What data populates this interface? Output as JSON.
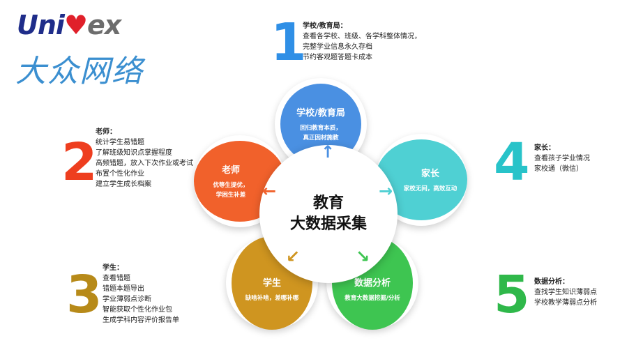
{
  "logo": {
    "part1": "Uni",
    "part2": "♥",
    "part3": "ex",
    "chinese": "大众网络"
  },
  "sections": [
    {
      "number": "1",
      "header": "学校/教育局：",
      "lines": [
        "查看各学校、班级、各学科整体情况，",
        "完整学业信息永久存档",
        "节约客观题答题卡成本"
      ]
    },
    {
      "number": "2",
      "header": "老师：",
      "lines": [
        "统计学生易错题",
        "了解班级知识点掌握程度",
        "高频错题，放入下次作业或考试",
        "布置个性化作业",
        "建立学生成长档案"
      ]
    },
    {
      "number": "3",
      "header": "学生：",
      "lines": [
        "查看错题",
        "错题本题导出",
        "学业薄弱点诊断",
        "智能获取个性化作业包",
        "生成学科内容评价报告单"
      ]
    },
    {
      "number": "4",
      "header": "家长：",
      "lines": [
        "查看孩子学业情况",
        "家校通（微信）"
      ]
    },
    {
      "number": "5",
      "header": "数据分析：",
      "lines": [
        "查找学生知识薄弱点",
        "学校教学薄弱点分析"
      ]
    }
  ],
  "center": {
    "line1": "教育",
    "line2": "大数据采集"
  },
  "petals": {
    "school": {
      "title": "学校/教育局",
      "desc1": "回归教育本质，",
      "desc2": "真正因材施教"
    },
    "parent": {
      "title": "家长",
      "desc1": "家校无间，高效互动",
      "desc2": ""
    },
    "analysis": {
      "title": "数据分析",
      "desc1": "教育大数据挖掘/分析",
      "desc2": ""
    },
    "student": {
      "title": "学生",
      "desc1": "缺啥补啥，差哪补哪",
      "desc2": ""
    },
    "teacher": {
      "title": "老师",
      "desc1": "优等生提优，",
      "desc2": "学困生补差"
    }
  },
  "colors": {
    "school": "#4a90e2",
    "parent": "#4fd0d3",
    "analysis": "#3ec551",
    "student": "#cf9520",
    "teacher": "#f1612b"
  }
}
